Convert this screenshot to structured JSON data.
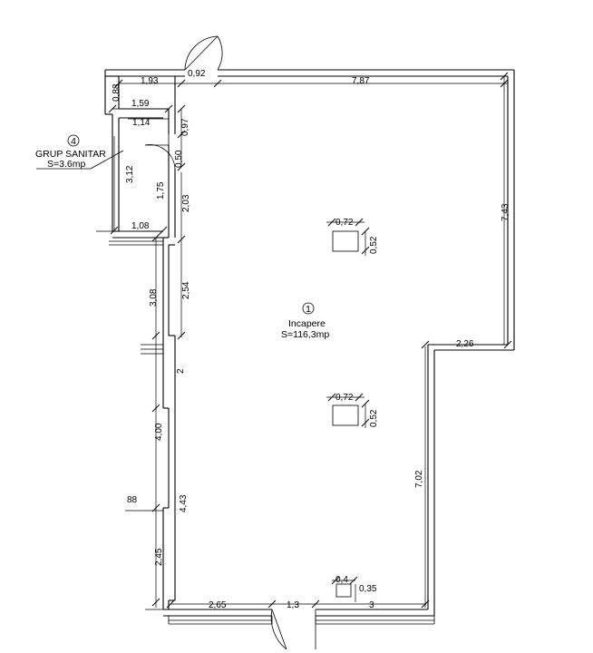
{
  "rooms": {
    "main": {
      "number": "1",
      "name": "Incapere",
      "area": "S=116,3mp"
    },
    "wc": {
      "number": "4",
      "name": "GRUP SANITAR",
      "area": "S=3.6mp"
    }
  },
  "dimensions": {
    "top_left": "1,93",
    "door_top": "0,92",
    "top_right": "7,87",
    "wc_top_small": "0,88",
    "wc_width_outer": "1,59",
    "wc_width_inner": "1,14",
    "wc_door_gap": "0,97",
    "wc_door_width": "0,50",
    "wc_height": "3,12",
    "wc_inner_height": "1,75",
    "left_seg_1": "2,03",
    "wc_bottom": "1,08",
    "right_upper": "7,43",
    "left_seg_2": "2,54",
    "left_outer_1": "3,08",
    "step_width": "2,26",
    "left_seg_3": "2",
    "left_outer_2": "4,00",
    "right_lower": "7,02",
    "offset_88": "88",
    "left_seg_4": "4,43",
    "left_outer_3": "2,45",
    "bottom_left": "2,65",
    "bottom_door": "1,3",
    "bottom_right": "3",
    "col1_w": "0,72",
    "col1_d": "0,52",
    "col2_w": "0,72",
    "col2_d": "0,52",
    "col3_w": "0,4",
    "col3_d": "0,35"
  }
}
